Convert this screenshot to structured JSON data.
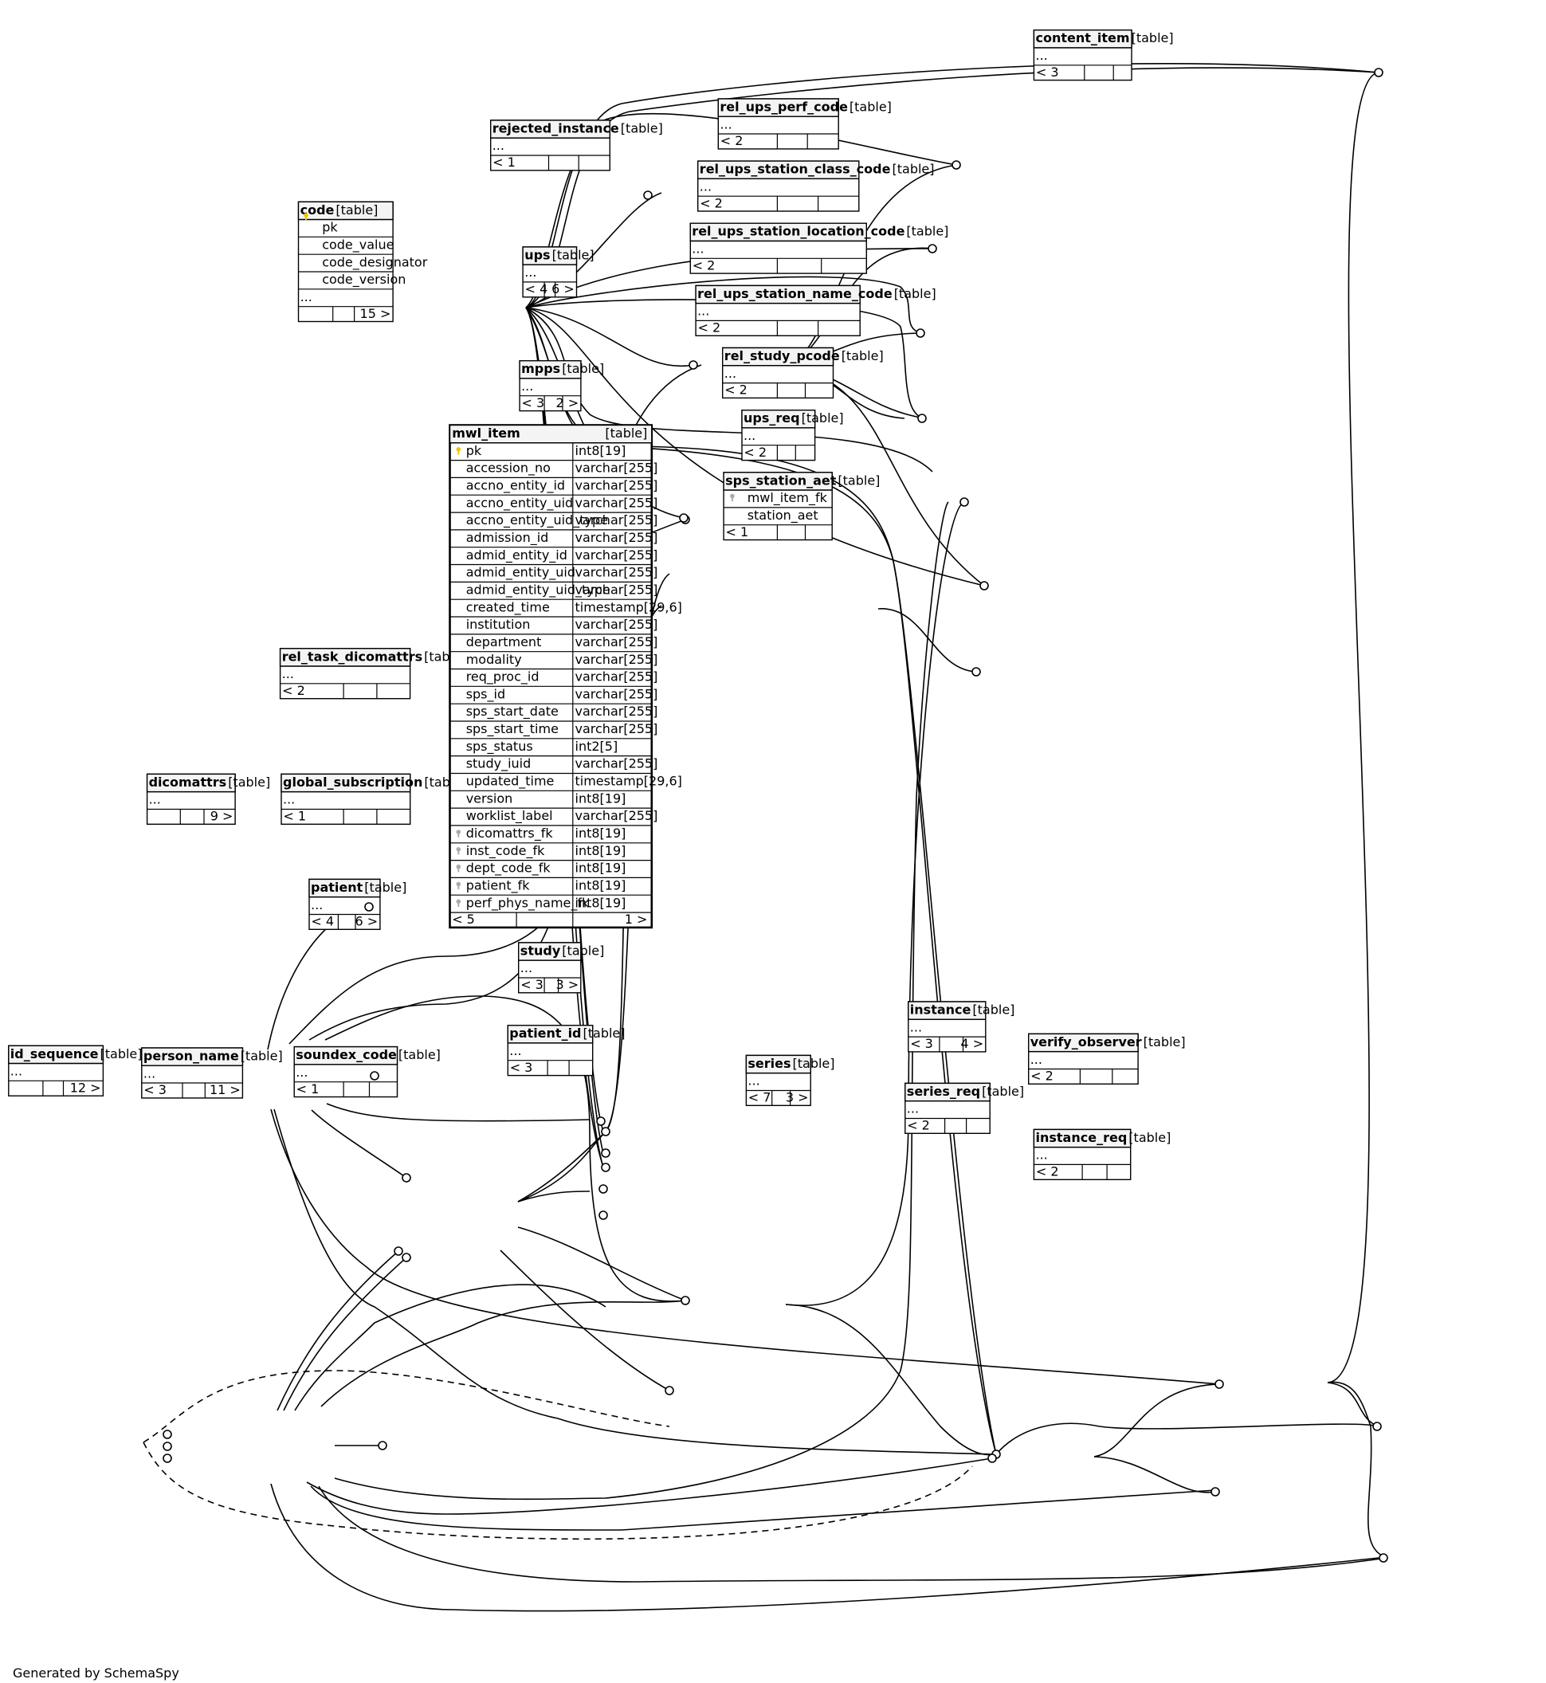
{
  "footer": "Generated by SchemaSpy",
  "table_tag": "[table]",
  "tables": {
    "content_item": {
      "name": "content_item",
      "rows": [
        "..."
      ],
      "foot": [
        "< 3",
        "",
        ""
      ]
    },
    "rel_ups_perf_code": {
      "name": "rel_ups_perf_code",
      "rows": [
        "..."
      ],
      "foot": [
        "< 2",
        "",
        ""
      ]
    },
    "rejected_instance": {
      "name": "rejected_instance",
      "rows": [
        "..."
      ],
      "foot": [
        "< 1",
        "",
        ""
      ]
    },
    "rel_ups_station_class_code": {
      "name": "rel_ups_station_class_code",
      "rows": [
        "..."
      ],
      "foot": [
        "< 2",
        "",
        ""
      ]
    },
    "rel_ups_station_location_code": {
      "name": "rel_ups_station_location_code",
      "rows": [
        "..."
      ],
      "foot": [
        "< 2",
        "",
        ""
      ]
    },
    "rel_ups_station_name_code": {
      "name": "rel_ups_station_name_code",
      "rows": [
        "..."
      ],
      "foot": [
        "< 2",
        "",
        ""
      ]
    },
    "rel_study_pcode": {
      "name": "rel_study_pcode",
      "rows": [
        "..."
      ],
      "foot": [
        "< 2",
        "",
        ""
      ]
    },
    "ups_req": {
      "name": "ups_req",
      "rows": [
        "..."
      ],
      "foot": [
        "< 2",
        "",
        ""
      ]
    },
    "sps_station_aet": {
      "name": "sps_station_aet",
      "rows": [
        "mwl_item_fk",
        "station_aet"
      ],
      "foot": [
        "< 1",
        "",
        ""
      ]
    },
    "code": {
      "name": "code",
      "rows": [
        "pk",
        "code_value",
        "code_designator",
        "code_version",
        "..."
      ],
      "foot": [
        "",
        "",
        "15 >"
      ]
    },
    "ups": {
      "name": "ups",
      "rows": [
        "..."
      ],
      "foot": [
        "< 4",
        "",
        "6 >"
      ]
    },
    "mpps": {
      "name": "mpps",
      "rows": [
        "..."
      ],
      "foot": [
        "< 3",
        "",
        "2 >"
      ]
    },
    "rel_task_dicomattrs": {
      "name": "rel_task_dicomattrs",
      "rows": [
        "..."
      ],
      "foot": [
        "< 2",
        "",
        ""
      ]
    },
    "global_subscription": {
      "name": "global_subscription",
      "rows": [
        "..."
      ],
      "foot": [
        "< 1",
        "",
        ""
      ]
    },
    "dicomattrs": {
      "name": "dicomattrs",
      "rows": [
        "..."
      ],
      "foot": [
        "",
        "",
        "9 >"
      ]
    },
    "patient": {
      "name": "patient",
      "rows": [
        "..."
      ],
      "foot": [
        "< 4",
        "",
        "6 >"
      ]
    },
    "study": {
      "name": "study",
      "rows": [
        "..."
      ],
      "foot": [
        "< 3",
        "",
        "3 >"
      ]
    },
    "patient_id": {
      "name": "patient_id",
      "rows": [
        "..."
      ],
      "foot": [
        "< 3",
        "",
        ""
      ]
    },
    "id_sequence": {
      "name": "id_sequence",
      "rows": [
        "..."
      ],
      "foot": [
        "",
        "",
        "12 >"
      ]
    },
    "person_name": {
      "name": "person_name",
      "rows": [
        "..."
      ],
      "foot": [
        "< 3",
        "",
        "11 >"
      ]
    },
    "soundex_code": {
      "name": "soundex_code",
      "rows": [
        "..."
      ],
      "foot": [
        "< 1",
        "",
        ""
      ]
    },
    "series": {
      "name": "series",
      "rows": [
        "..."
      ],
      "foot": [
        "< 7",
        "",
        "3 >"
      ]
    },
    "instance": {
      "name": "instance",
      "rows": [
        "..."
      ],
      "foot": [
        "< 3",
        "",
        "4 >"
      ]
    },
    "series_req": {
      "name": "series_req",
      "rows": [
        "..."
      ],
      "foot": [
        "< 2",
        "",
        ""
      ]
    },
    "verify_observer": {
      "name": "verify_observer",
      "rows": [
        "..."
      ],
      "foot": [
        "< 2",
        "",
        ""
      ]
    },
    "instance_req": {
      "name": "instance_req",
      "rows": [
        "..."
      ],
      "foot": [
        "< 2",
        "",
        ""
      ]
    }
  },
  "mwl_item": {
    "name": "mwl_item",
    "columns": [
      {
        "name": "pk",
        "type": "int8[19]",
        "key": "pk"
      },
      {
        "name": "accession_no",
        "type": "varchar[255]",
        "key": ""
      },
      {
        "name": "accno_entity_id",
        "type": "varchar[255]",
        "key": ""
      },
      {
        "name": "accno_entity_uid",
        "type": "varchar[255]",
        "key": ""
      },
      {
        "name": "accno_entity_uid_type",
        "type": "varchar[255]",
        "key": ""
      },
      {
        "name": "admission_id",
        "type": "varchar[255]",
        "key": ""
      },
      {
        "name": "admid_entity_id",
        "type": "varchar[255]",
        "key": ""
      },
      {
        "name": "admid_entity_uid",
        "type": "varchar[255]",
        "key": ""
      },
      {
        "name": "admid_entity_uid_type",
        "type": "varchar[255]",
        "key": ""
      },
      {
        "name": "created_time",
        "type": "timestamp[29,6]",
        "key": ""
      },
      {
        "name": "institution",
        "type": "varchar[255]",
        "key": ""
      },
      {
        "name": "department",
        "type": "varchar[255]",
        "key": ""
      },
      {
        "name": "modality",
        "type": "varchar[255]",
        "key": ""
      },
      {
        "name": "req_proc_id",
        "type": "varchar[255]",
        "key": ""
      },
      {
        "name": "sps_id",
        "type": "varchar[255]",
        "key": ""
      },
      {
        "name": "sps_start_date",
        "type": "varchar[255]",
        "key": ""
      },
      {
        "name": "sps_start_time",
        "type": "varchar[255]",
        "key": ""
      },
      {
        "name": "sps_status",
        "type": "int2[5]",
        "key": ""
      },
      {
        "name": "study_iuid",
        "type": "varchar[255]",
        "key": ""
      },
      {
        "name": "updated_time",
        "type": "timestamp[29,6]",
        "key": ""
      },
      {
        "name": "version",
        "type": "int8[19]",
        "key": ""
      },
      {
        "name": "worklist_label",
        "type": "varchar[255]",
        "key": ""
      },
      {
        "name": "dicomattrs_fk",
        "type": "int8[19]",
        "key": "fk"
      },
      {
        "name": "inst_code_fk",
        "type": "int8[19]",
        "key": "fk"
      },
      {
        "name": "dept_code_fk",
        "type": "int8[19]",
        "key": "fk"
      },
      {
        "name": "patient_fk",
        "type": "int8[19]",
        "key": "fk"
      },
      {
        "name": "perf_phys_name_fk",
        "type": "int8[19]",
        "key": "fk"
      }
    ],
    "foot": [
      "< 5",
      "",
      "1 >"
    ]
  },
  "colors": {
    "line": "#000000",
    "header_bg": "#f4f4f4",
    "pk_key": "#e6c800",
    "fk_key": "#aaaaaa"
  }
}
